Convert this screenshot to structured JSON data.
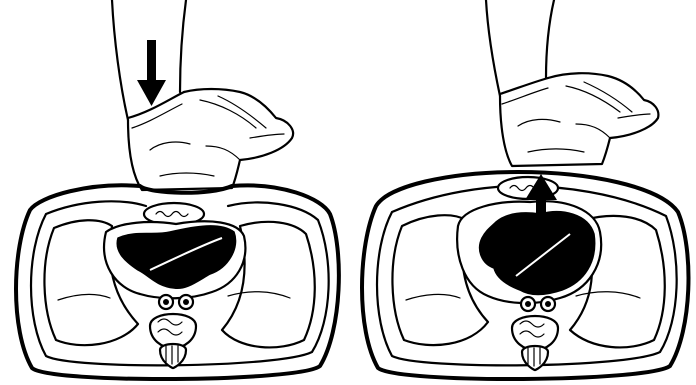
{
  "figure": {
    "panels": [
      {
        "phase": "compression",
        "arrow_direction": "down",
        "arrow_icon": "arrow-down-icon"
      },
      {
        "phase": "recoil",
        "arrow_direction": "up",
        "arrow_icon": "arrow-up-icon"
      }
    ],
    "line_color": "#000000",
    "background": "#ffffff"
  }
}
